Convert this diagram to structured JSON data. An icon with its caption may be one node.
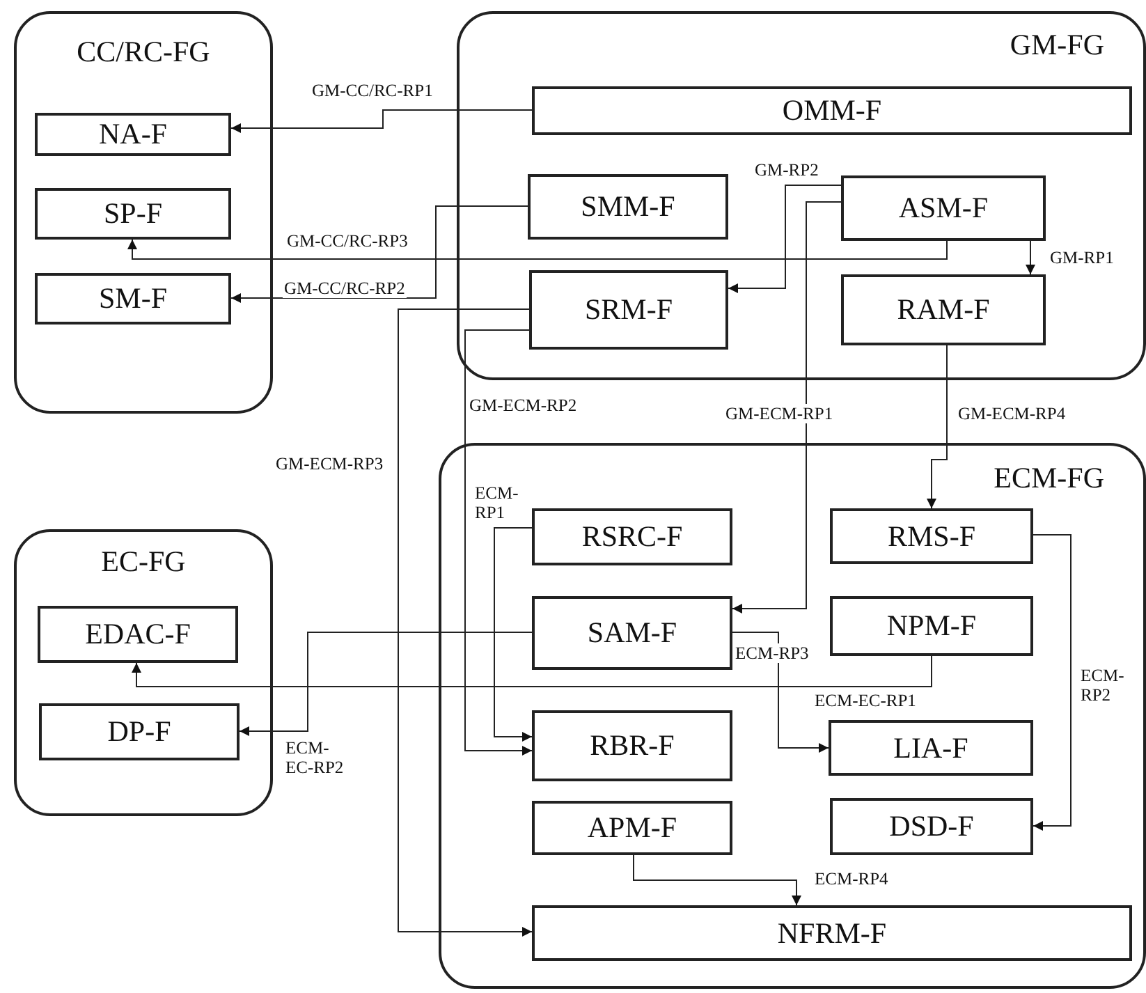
{
  "diagram": {
    "nodes": [
      {
        "text": [
          "CC/RC-FG"
        ]
      },
      {
        "text": [
          "NA-F"
        ],
        "in": 0
      },
      {
        "text": [
          "SP-F"
        ],
        "in": 0
      },
      {
        "text": [
          "SM-F"
        ],
        "in": 0
      },
      {
        "text": [
          "GM-FG"
        ]
      },
      {
        "text": [
          "OMM-F"
        ],
        "in": 4
      },
      {
        "text": [
          "SMM-F"
        ],
        "in": 4
      },
      {
        "text": [
          "ASM-F"
        ],
        "in": 4
      },
      {
        "text": [
          "SRM-F"
        ],
        "in": 4
      },
      {
        "text": [
          "RAM-F"
        ],
        "in": 4
      },
      {
        "text": [
          "EC-FG"
        ]
      },
      {
        "text": [
          "EDAC-F"
        ],
        "in": 10
      },
      {
        "text": [
          "DP-F"
        ],
        "in": 10
      },
      {
        "text": [
          "ECM-FG"
        ]
      },
      {
        "text": [
          "RSRC-F"
        ],
        "in": 13
      },
      {
        "text": [
          "SAM-F"
        ],
        "in": 13
      },
      {
        "text": [
          "RMS-F"
        ],
        "in": 13
      },
      {
        "text": [
          "NPM-F"
        ],
        "in": 13
      },
      {
        "text": [
          "RBR-F"
        ],
        "in": 13
      },
      {
        "text": [
          "LIA-F"
        ],
        "in": 13
      },
      {
        "text": [
          "APM-F"
        ],
        "in": 13
      },
      {
        "text": [
          "DSD-F"
        ],
        "in": 13
      },
      {
        "text": [
          "NFRM-F"
        ],
        "in": 13
      }
    ],
    "edges": [
      {
        "from": 5,
        "to": 1,
        "arrow": "to",
        "label": "GM-CC/RC-RP1"
      },
      {
        "from": 7,
        "to": 2,
        "arrow": "to",
        "label": "GM-CC/RC-RP3"
      },
      {
        "from": 6,
        "to": 3,
        "arrow": "to",
        "label": "GM-CC/RC-RP2"
      },
      {
        "from": 7,
        "to": 8,
        "arrow": "to",
        "label": "GM-RP2"
      },
      {
        "from": 7,
        "to": 9,
        "arrow": "to",
        "label": "GM-RP1"
      },
      {
        "from": 7,
        "to": 15,
        "arrow": "to",
        "label": "GM-ECM-RP1"
      },
      {
        "from": 8,
        "to": 18,
        "arrow": "to",
        "label": "GM-ECM-RP2"
      },
      {
        "from": 8,
        "to": 22,
        "arrow": "to",
        "label": "GM-ECM-RP3"
      },
      {
        "from": 9,
        "to": 16,
        "arrow": "to",
        "label": "GM-ECM-RP4"
      },
      {
        "from": 14,
        "to": 18,
        "arrow": "to",
        "label": "ECM- RP1"
      },
      {
        "from": 15,
        "to": 19,
        "arrow": "to",
        "label": "ECM-RP3"
      },
      {
        "from": 15,
        "to": 12,
        "arrow": "to",
        "label": "ECM- EC-RP2"
      },
      {
        "from": 17,
        "to": 11,
        "arrow": "to",
        "label": "ECM-EC-RP1"
      },
      {
        "from": 16,
        "to": 21,
        "arrow": "to",
        "label": "ECM- RP2"
      },
      {
        "from": 20,
        "to": 22,
        "arrow": "to",
        "label": "ECM-RP4"
      }
    ]
  }
}
